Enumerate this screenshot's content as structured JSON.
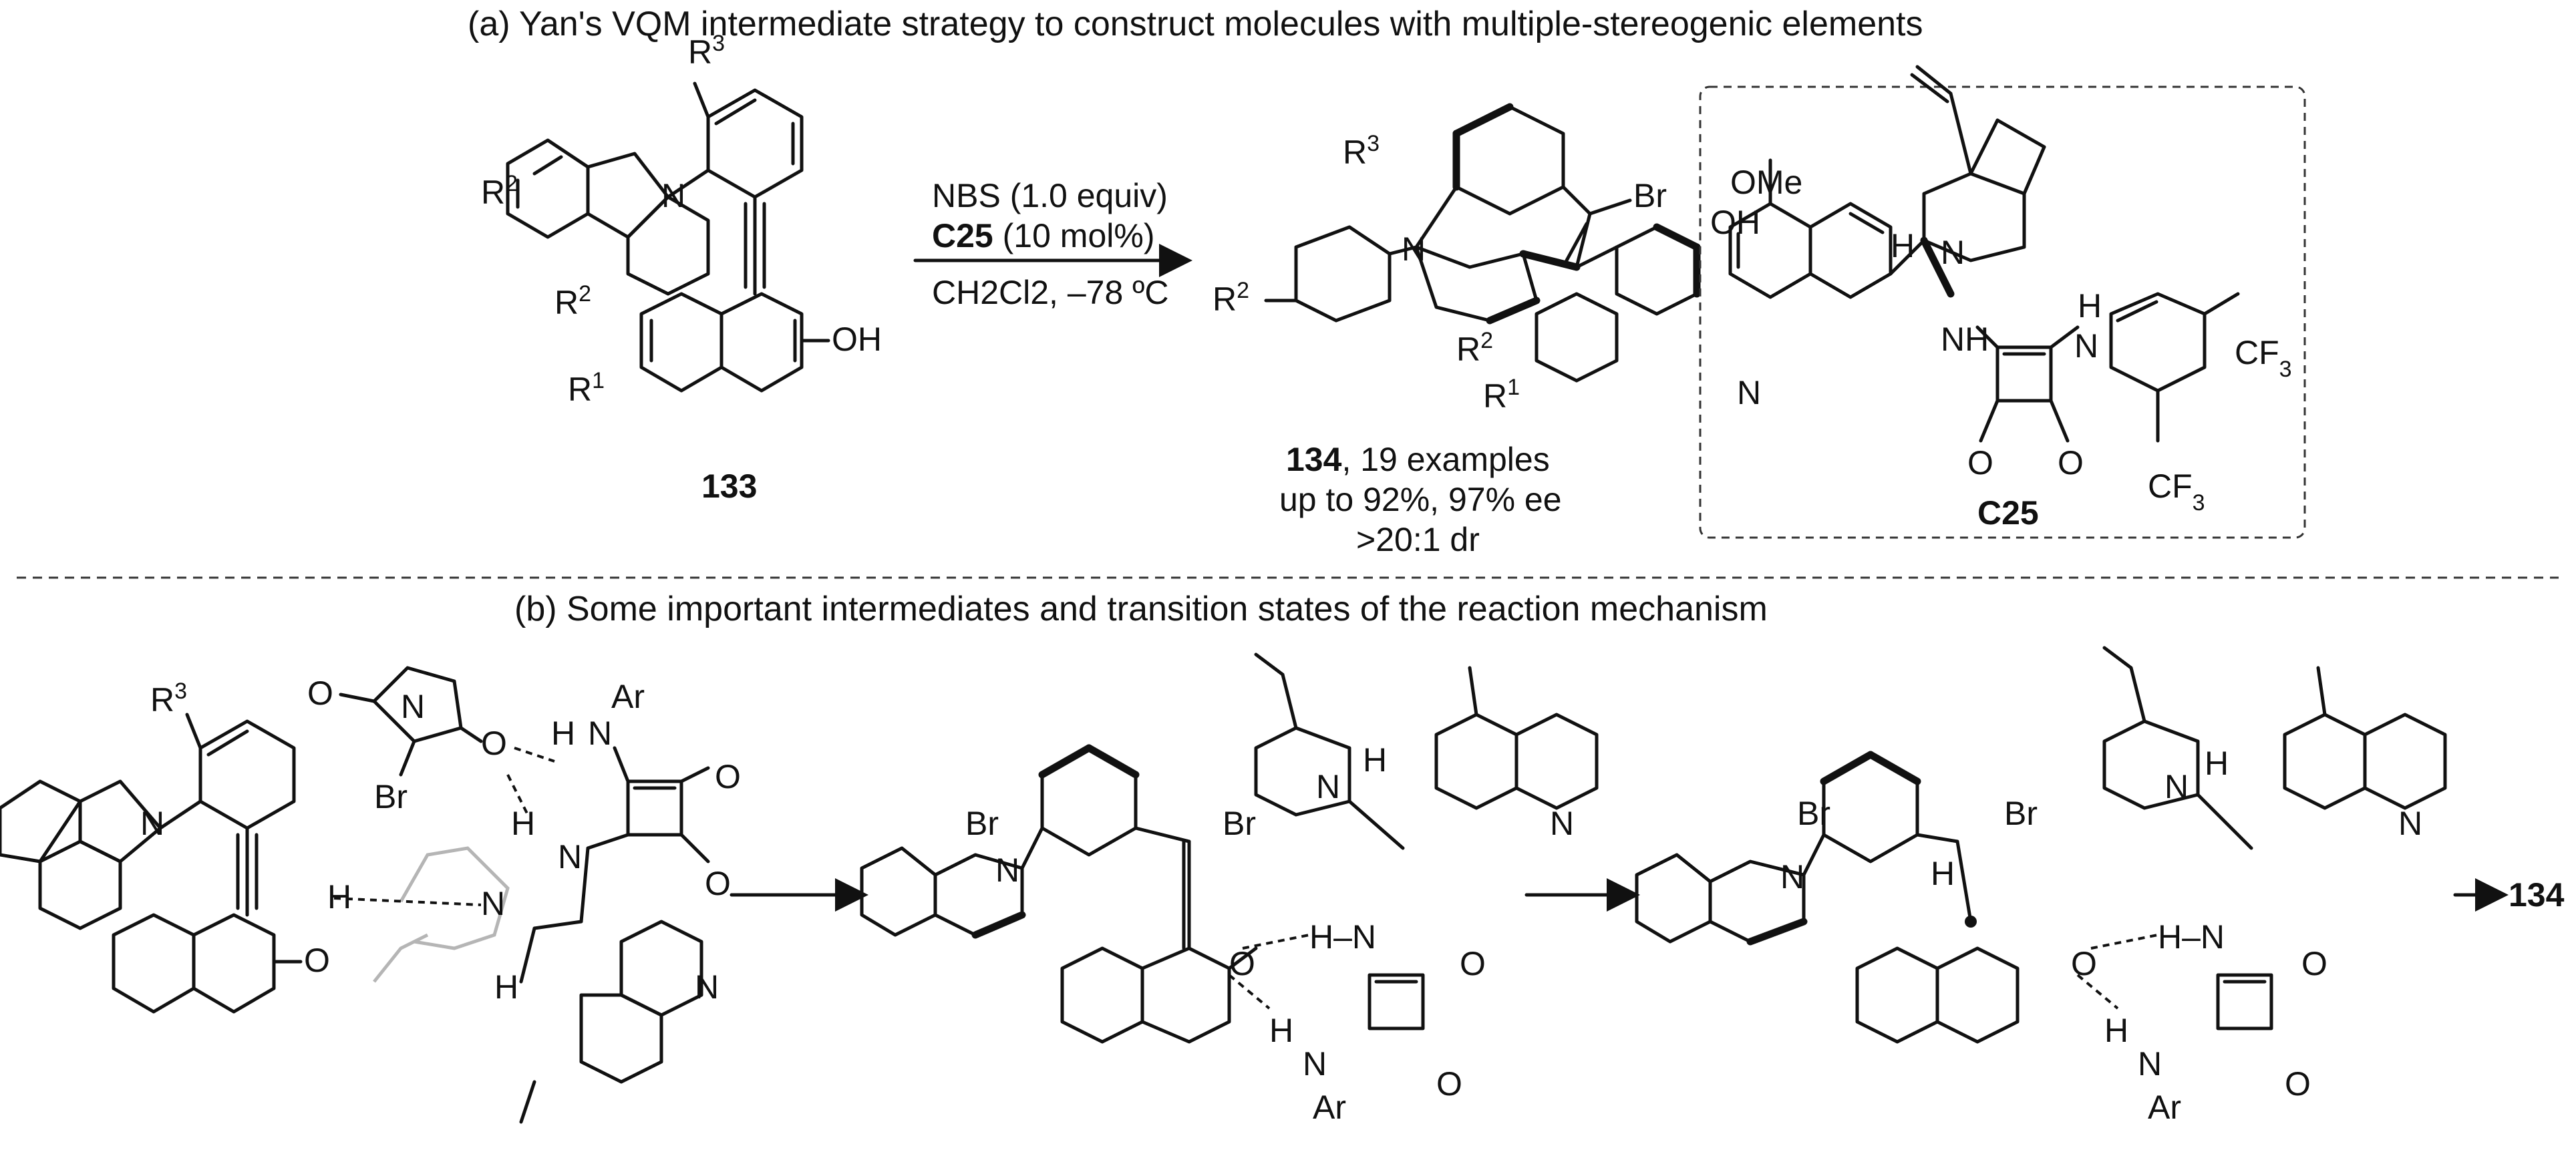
{
  "headings": {
    "a": "(a) Yan's VQM intermediate strategy to construct molecules with multiple-stereogenic elements",
    "b": "(b) Some important intermediates and transition states of the reaction mechanism"
  },
  "reaction": {
    "reagent_line1": "NBS (1.0 equiv)",
    "catalyst": "C25",
    "catalyst_loading": "(10 mol%)",
    "conditions": "CH2Cl2, –78 ºC"
  },
  "compounds": {
    "start": "133",
    "product": "134",
    "product_examples": ", 19 examples",
    "yield_ee": "up to 92%, 97% ee",
    "dr": ">20:1 dr",
    "catalyst": "C25",
    "final": "134"
  },
  "atoms": {
    "R1": "R",
    "R1_sup": "1",
    "R2": "R",
    "R2_sup": "2",
    "R3": "R",
    "R3_sup": "3",
    "N": "N",
    "OH": "OH",
    "Br": "Br",
    "H": "H",
    "O": "O",
    "OMe": "OMe",
    "CF3": "CF",
    "CF3_sub": "3",
    "Ar": "Ar"
  }
}
